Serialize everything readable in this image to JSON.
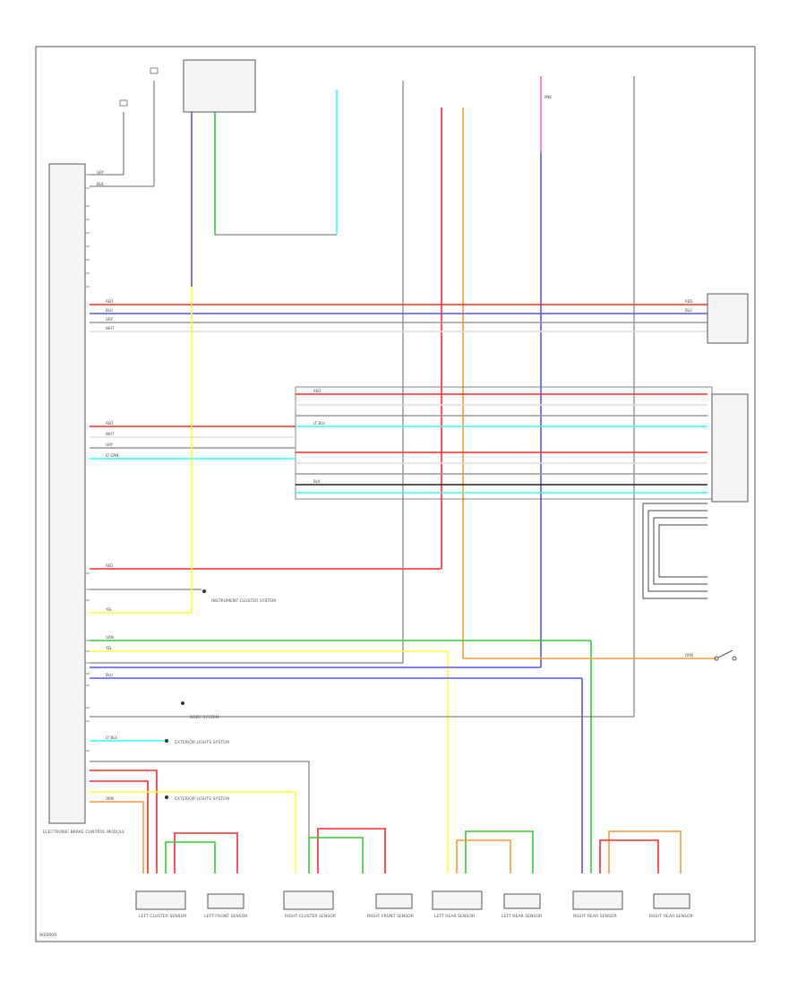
{
  "colors": {
    "red": "#ff2a2a",
    "blue": "#5555ff",
    "green": "#33cc33",
    "yellow": "#ffff33",
    "cyan": "#33ffff",
    "orange": "#ff9933",
    "pink": "#ff66cc",
    "black": "#222222",
    "gray": "#999999",
    "white": "#dddddd",
    "frame": "#555555"
  },
  "wire_codes": [
    "RED",
    "BLU",
    "GRY",
    "WHT",
    "BLK",
    "YEL",
    "GRN",
    "ORN",
    "PNK",
    "LT BLU",
    "LT GRN"
  ],
  "main_module": {
    "label": "ELECTRONIC BRAKE CONTROL MODULE"
  },
  "sensors": [
    {
      "label": "LEFT CLUSTER SENSOR"
    },
    {
      "label": "LEFT FRONT SENSOR"
    },
    {
      "label": "RIGHT CLUSTER SENSOR"
    },
    {
      "label": "RIGHT FRONT SENSOR"
    },
    {
      "label": "LEFT REAR SENSOR"
    },
    {
      "label": "LEFT REAR SENSOR"
    },
    {
      "label": "RIGHT REAR SENSOR"
    },
    {
      "label": "RIGHT REAR SENSOR"
    }
  ],
  "callouts": [
    {
      "text": "INSTRUMENT CLUSTER SYSTEM"
    },
    {
      "text": "BODY SYSTEM"
    },
    {
      "text": "EXTERIOR LIGHTS SYSTEM"
    },
    {
      "text": "EXTERIOR LIGHTS SYSTEM"
    }
  ],
  "footer": {
    "code": "W00000"
  }
}
